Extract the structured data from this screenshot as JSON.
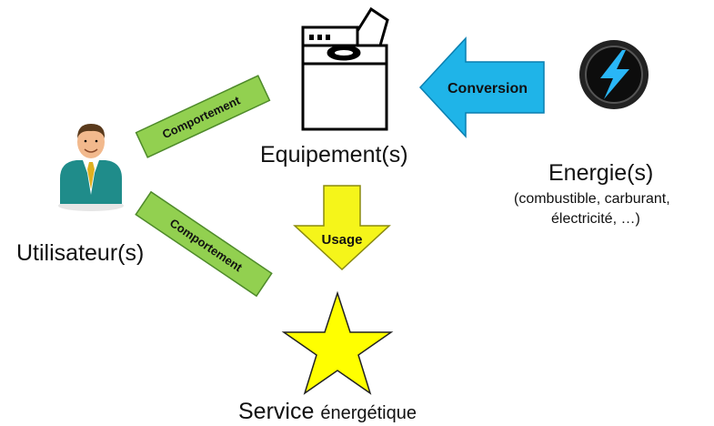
{
  "nodes": {
    "user": {
      "label": "Utilisateur(s)",
      "icon": "user-icon"
    },
    "equipment": {
      "label": "Equipement(s)",
      "icon": "washing-machine-icon"
    },
    "energy": {
      "label": "Energie(s)",
      "detail_line1": "(combustible, carburant,",
      "detail_line2": "électricité, …)",
      "icon": "lightning-icon"
    },
    "service": {
      "label_main": "Service",
      "label_secondary": "énergétique",
      "icon": "star-icon"
    }
  },
  "arrows": {
    "conversion": "Conversion",
    "usage": "Usage",
    "behavior_top": "Comportement",
    "behavior_bottom": "Comportement"
  },
  "colors": {
    "conversion_arrow": "#1fb4e8",
    "usage_arrow": "#f5f51a",
    "behavior_box": "#92d050",
    "star": "#ffff00",
    "energy_icon_bolt": "#29b6f6"
  }
}
